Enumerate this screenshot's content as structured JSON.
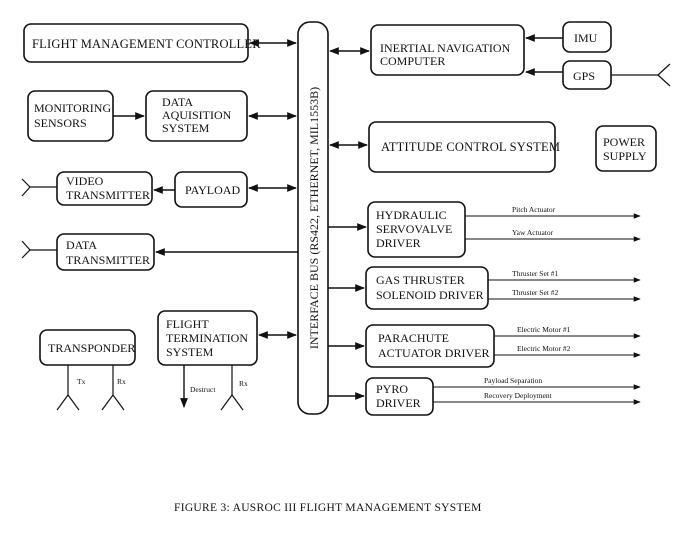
{
  "figure": {
    "caption": "FIGURE 3: AUSROC III FLIGHT MANAGEMENT SYSTEM"
  },
  "bus": {
    "label": "INTERFACE BUS (RS422, ETHERNET, MIL1553B)"
  },
  "blocks": {
    "flight_management_controller": [
      "FLIGHT MANAGEMENT CONTROLLER"
    ],
    "monitoring_sensors": [
      "MONITORING",
      "SENSORS"
    ],
    "data_acquisition_system": [
      "DATA",
      "AQUISITION",
      "SYSTEM"
    ],
    "video_transmitter": [
      "VIDEO",
      "TRANSMITTER"
    ],
    "payload": [
      "PAYLOAD"
    ],
    "data_transmitter": [
      "DATA",
      "TRANSMITTER"
    ],
    "transponder": [
      "TRANSPONDER"
    ],
    "flight_termination_system": [
      "FLIGHT",
      "TERMINATION",
      "SYSTEM"
    ],
    "inertial_navigation_computer": [
      "INERTIAL NAVIGATION",
      "COMPUTER"
    ],
    "imu": [
      "IMU"
    ],
    "gps": [
      "GPS"
    ],
    "attitude_control_system": [
      "ATTITUDE CONTROL SYSTEM"
    ],
    "power_supply": [
      "POWER",
      "SUPPLY"
    ],
    "hydraulic_servovalve_driver": [
      "HYDRAULIC",
      "SERVOVALVE",
      "DRIVER"
    ],
    "gas_thruster_solenoid_driver": [
      "GAS THRUSTER",
      "SOLENOID DRIVER"
    ],
    "parachute_actuator_driver": [
      "PARACHUTE",
      "ACTUATOR DRIVER"
    ],
    "pyro_driver": [
      "PYRO",
      "DRIVER"
    ]
  },
  "outputs": {
    "hydraulic": [
      "Pitch Actuator",
      "Yaw Actuator"
    ],
    "gas_thruster": [
      "Thruster Set #1",
      "Thruster Set #2"
    ],
    "parachute": [
      "Electric Motor #1",
      "Electric Motor #2"
    ],
    "pyro": [
      "Payload Separation",
      "Recovery Deployment"
    ]
  },
  "antenna_labels": {
    "transponder_tx": "Tx",
    "transponder_rx": "Rx",
    "fts_destruct": "Destruct",
    "fts_rx": "Rx"
  }
}
